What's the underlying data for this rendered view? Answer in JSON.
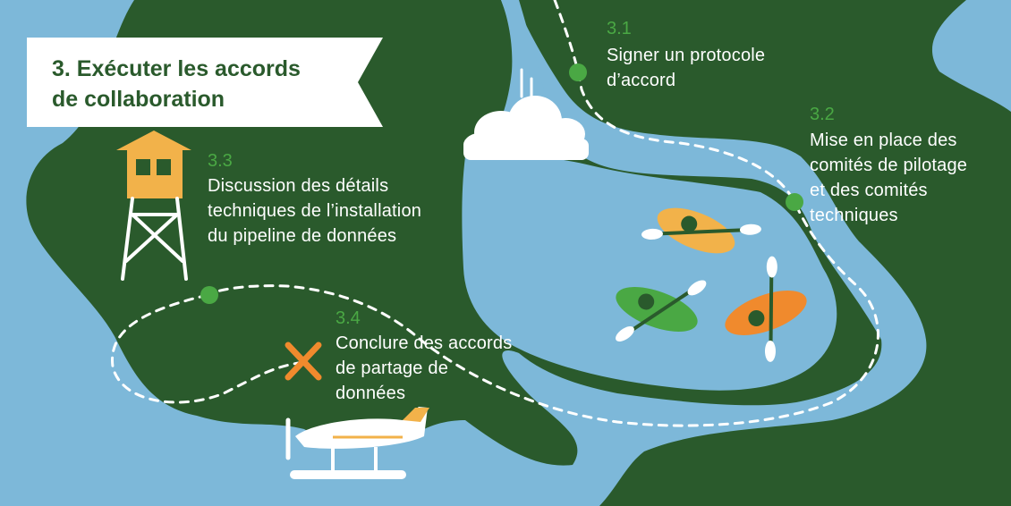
{
  "header": {
    "title_line1": "3. Exécuter les accords",
    "title_line2": "de collaboration"
  },
  "steps": [
    {
      "number": "3.1",
      "line1": "Signer un protocole",
      "line2": "d’accord"
    },
    {
      "number": "3.2",
      "line1": "Mise en place des",
      "line2": "comités de pilotage",
      "line3": "et des comités",
      "line4": "techniques"
    },
    {
      "number": "3.3",
      "line1": "Discussion des détails",
      "line2": "techniques de l’installation",
      "line3": "du pipeline de données"
    },
    {
      "number": "3.4",
      "line1": "Conclure des accords",
      "line2": "de partage de",
      "line3": "données"
    }
  ],
  "colors": {
    "water": "#7db8d9",
    "land": "#2a5a2c",
    "accent_green": "#4aa844",
    "accent_orange": "#f08a2d",
    "accent_yellow": "#f2b24a",
    "text_light": "#ffffff"
  },
  "icons": [
    "watchtower-icon",
    "kayak-icon",
    "seaplane-icon",
    "cloud-icon",
    "waterfall-icon",
    "x-mark-icon"
  ]
}
